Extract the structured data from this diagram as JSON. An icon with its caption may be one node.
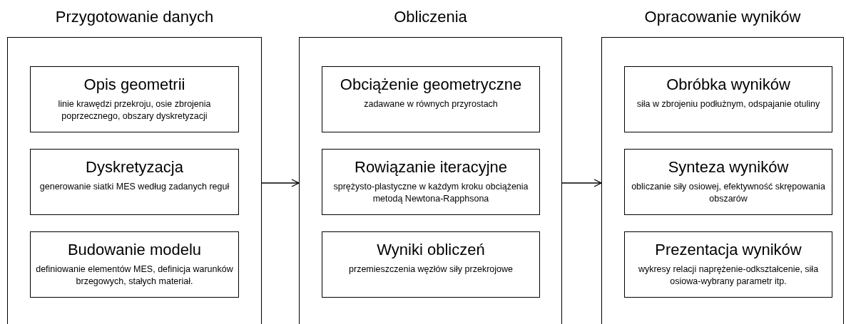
{
  "diagram": {
    "nodes": [
      {
        "text": [
          "Przygotowanie danych"
        ]
      },
      {
        "text": [
          "Opis geometrii",
          "linie krawędzi przekroju, osie zbrojenia poprzecznego, obszary dyskretyzacji"
        ],
        "in": 0
      },
      {
        "text": [
          "Dyskretyzacja",
          "generowanie siatki MES według zadanych reguł"
        ],
        "in": 0
      },
      {
        "text": [
          "Budowanie modelu",
          "definiowanie elementów MES, definicja warunków brzegowych, stałych materiał."
        ],
        "in": 0
      },
      {
        "text": [
          "Obliczenia"
        ]
      },
      {
        "text": [
          "Obciążenie geometryczne",
          "zadawane w równych przyrostach"
        ],
        "in": 4
      },
      {
        "text": [
          "Rowiązanie iteracyjne",
          "sprężysto-plastyczne w każdym kroku obciążenia metodą Newtona-Rapphsona"
        ],
        "in": 4
      },
      {
        "text": [
          "Wyniki obliczeń",
          "przemieszczenia węzłów siły przekrojowe"
        ],
        "in": 4
      },
      {
        "text": [
          "Opracowanie wyników"
        ]
      },
      {
        "text": [
          "Obróbka wyników",
          "siła w zbrojeniu podłużnym, odspajanie otuliny"
        ],
        "in": 8
      },
      {
        "text": [
          "Synteza wyników",
          "obliczanie siły osiowej, efektywność skrępowania obszarów"
        ],
        "in": 8
      },
      {
        "text": [
          "Prezentacja wyników",
          "wykresy relacji naprężenie-odkształcenie, siła osiowa-wybrany parametr itp."
        ],
        "in": 8
      }
    ],
    "edges": [
      {
        "from": 0,
        "to": 4,
        "arrow": "to"
      },
      {
        "from": 4,
        "to": 8,
        "arrow": "to"
      }
    ]
  }
}
